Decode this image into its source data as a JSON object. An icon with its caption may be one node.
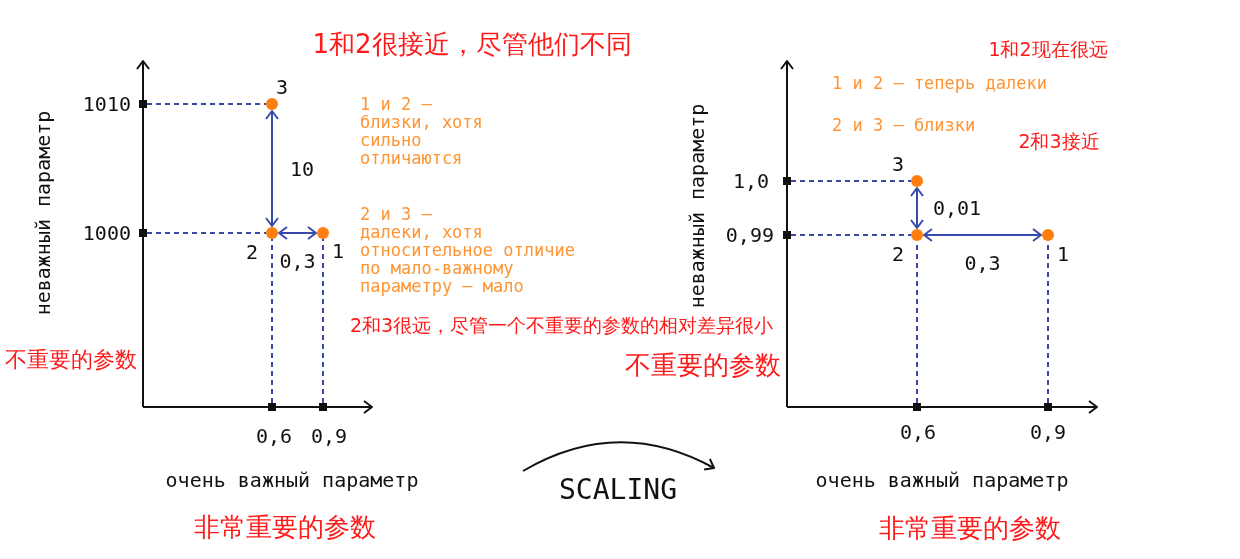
{
  "diagram": {
    "nodes": [
      {
        "text": [],
        "shape": "circle",
        "beside": [
          "3"
        ]
      },
      {
        "text": [],
        "shape": "circle",
        "beside": [
          "2"
        ]
      },
      {
        "text": [],
        "shape": "circle",
        "beside": [
          "1"
        ]
      },
      {
        "text": [],
        "shape": "box",
        "beside": [
          "1010"
        ]
      },
      {
        "text": [],
        "shape": "box",
        "beside": [
          "1000"
        ]
      },
      {
        "text": [],
        "shape": "box",
        "beside": [
          "0,6"
        ]
      },
      {
        "text": [],
        "shape": "box",
        "beside": [
          "0,9"
        ]
      },
      {
        "text": [],
        "shape": "circle",
        "beside": [
          "3"
        ]
      },
      {
        "text": [],
        "shape": "circle",
        "beside": [
          "2"
        ]
      },
      {
        "text": [],
        "shape": "circle",
        "beside": [
          "1"
        ]
      },
      {
        "text": [],
        "shape": "box",
        "beside": [
          "1,0"
        ]
      },
      {
        "text": [],
        "shape": "box",
        "beside": [
          "0,99"
        ]
      },
      {
        "text": [],
        "shape": "box",
        "beside": [
          "0,6"
        ]
      },
      {
        "text": [],
        "shape": "box",
        "beside": [
          "0,9"
        ]
      }
    ],
    "edges": [
      {
        "from": 0,
        "to": 1,
        "arrow": "both",
        "label": "10"
      },
      {
        "from": 1,
        "to": 2,
        "arrow": "both",
        "label": "0,3"
      },
      {
        "from": 7,
        "to": 8,
        "arrow": "both",
        "label": "0,01"
      },
      {
        "from": 8,
        "to": 9,
        "arrow": "both",
        "label": "0,3"
      },
      {
        "from": 3,
        "to": 0,
        "arrow": "none",
        "style": "dashed"
      },
      {
        "from": 4,
        "to": 1,
        "arrow": "none",
        "style": "dashed"
      },
      {
        "from": 5,
        "to": 1,
        "arrow": "none",
        "style": "dashed"
      },
      {
        "from": 6,
        "to": 2,
        "arrow": "none",
        "style": "dashed"
      },
      {
        "from": 10,
        "to": 7,
        "arrow": "none",
        "style": "dashed"
      },
      {
        "from": 11,
        "to": 8,
        "arrow": "none",
        "style": "dashed"
      },
      {
        "from": 12,
        "to": 8,
        "arrow": "none",
        "style": "dashed"
      },
      {
        "from": 13,
        "to": 9,
        "arrow": "none",
        "style": "dashed"
      }
    ],
    "labels": [
      "1和2很接近，尽管他们不同",
      "1 и 2 — близки, хотя сильно отличаются",
      "2 и 3 — далеки, хотя относительное отличие по мало-важному параметру — мало",
      "2和3很远，尽管一个不重要的参数的相对差异很小",
      "неважный параметр",
      "不重要的参数",
      "очень важный параметр",
      "非常重要的参数",
      "SCALING",
      "1和2现在很远",
      "1 и 2 — теперь далеки",
      "2 и 3 — близки",
      "2和3接近",
      "неважный параметр",
      "不重要的参数",
      "очень важный параметр",
      "非常重要的参数"
    ]
  }
}
